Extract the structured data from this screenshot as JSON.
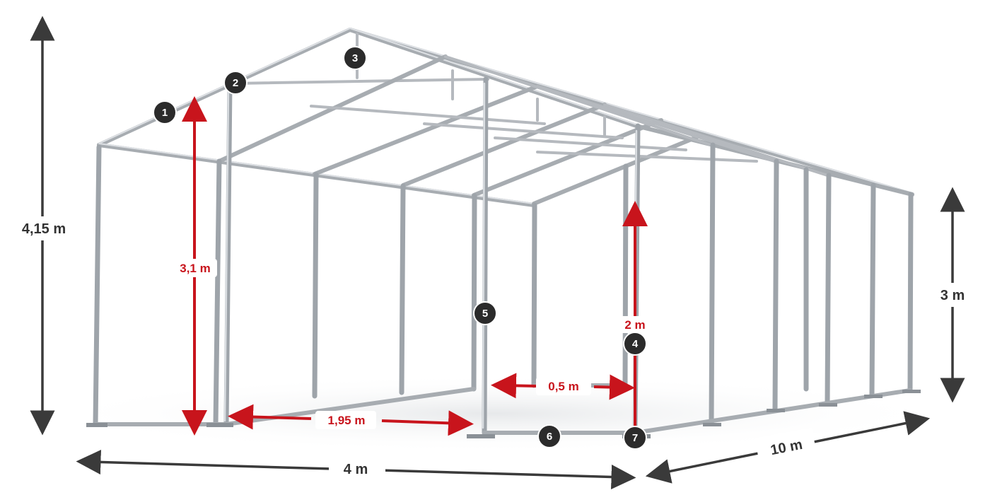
{
  "colors": {
    "frame": "#9ea4aa",
    "dimension_arrow": "#3a3a3a",
    "accent_red": "#c8141c",
    "badge": "#2b2b2b"
  },
  "dimensions": {
    "total_height": "4,15 m",
    "side_height": "3 m",
    "width": "4 m",
    "length": "10 m",
    "pole_height": "3,1 m",
    "door_height": "2 m",
    "pole_spacing": "1,95 m",
    "door_offset": "0,5 m"
  },
  "badges": [
    "1",
    "2",
    "3",
    "4",
    "5",
    "6",
    "7"
  ]
}
